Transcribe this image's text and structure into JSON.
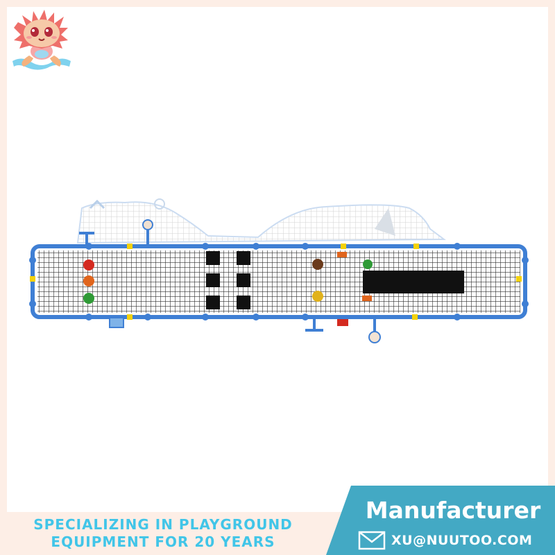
{
  "banner": {
    "tagline_line1": "SPECIALIZING IN PLAYGROUND",
    "tagline_line2": "EQUIPMENT FOR 20 YEARS",
    "maker_label": "Manufacturer",
    "email": "XU@NUUTOO.COM"
  },
  "icons": {
    "mascot": "cartoon-mascot-icon",
    "mail": "envelope-icon"
  },
  "colors": {
    "background": "#fdeee6",
    "frame_blue": "#3f7fd4",
    "tagline": "#41c5e8",
    "banner_teal": "#43a9c4",
    "accent_yellow": "#f4d20a"
  }
}
